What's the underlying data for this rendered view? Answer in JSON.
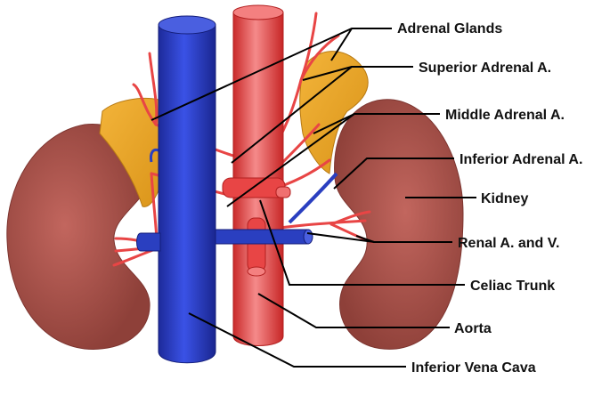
{
  "figure": {
    "labels": [
      {
        "id": "adrenal-glands",
        "text": "Adrenal Glands"
      },
      {
        "id": "superior-adrenal-artery",
        "text": "Superior Adrenal A."
      },
      {
        "id": "middle-adrenal-artery",
        "text": "Middle Adrenal A."
      },
      {
        "id": "inferior-adrenal-artery",
        "text": "Inferior Adrenal A."
      },
      {
        "id": "kidney",
        "text": "Kidney"
      },
      {
        "id": "renal-artery-vein",
        "text": "Renal A. and V."
      },
      {
        "id": "celiac-trunk",
        "text": "Celiac Trunk"
      },
      {
        "id": "aorta",
        "text": "Aorta"
      },
      {
        "id": "inferior-vena-cava",
        "text": "Inferior Vena Cava"
      }
    ]
  },
  "colors": {
    "kidney": "#b85a52",
    "kidney_dark": "#7d3530",
    "adrenal": "#e8a72a",
    "adrenal_dark": "#b87a14",
    "aorta": "#e84545",
    "aorta_light": "#f48080",
    "vena_cava": "#2a3fc0",
    "vena_cava_light": "#4a5fe0",
    "leader_line": "#000000"
  }
}
